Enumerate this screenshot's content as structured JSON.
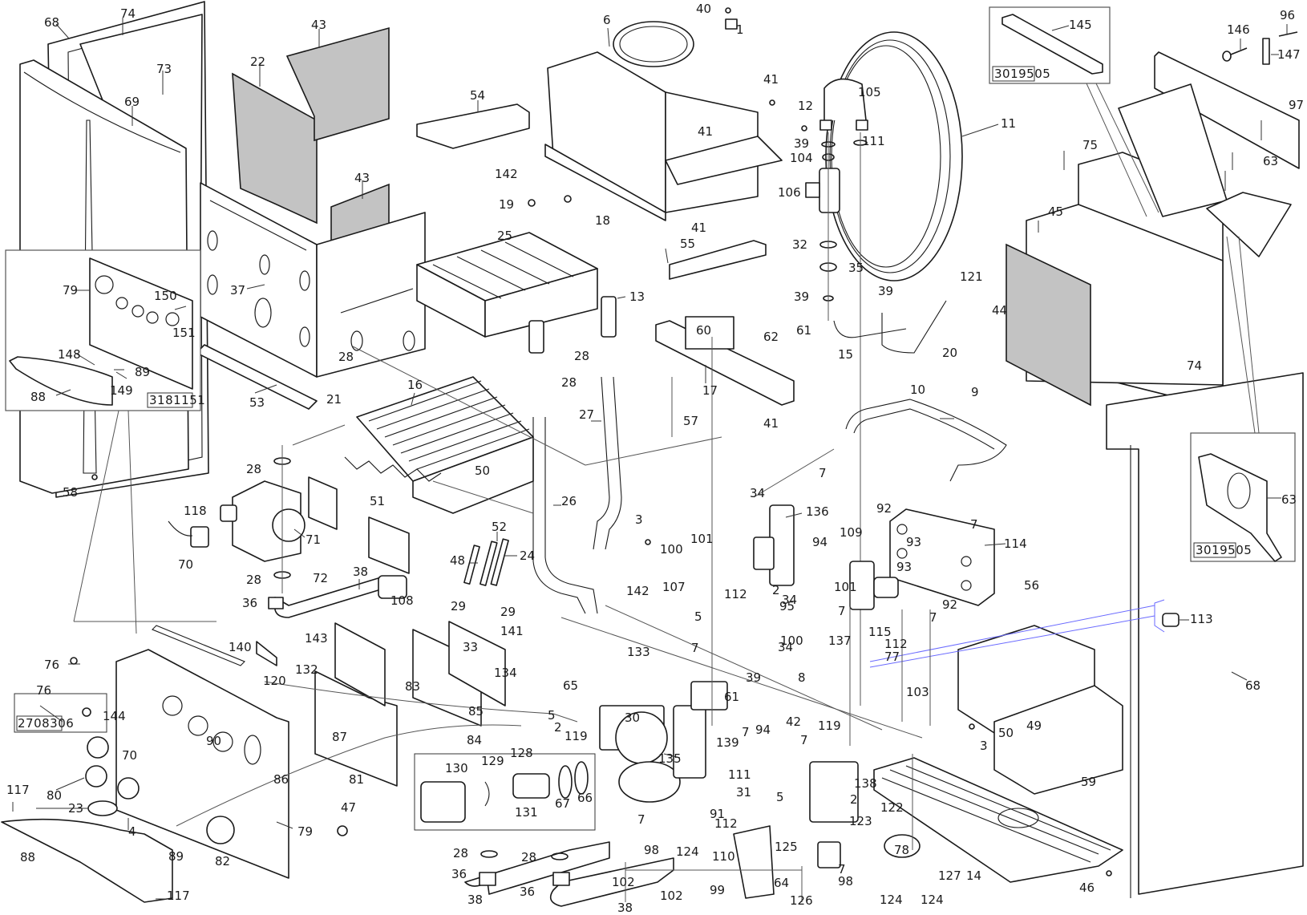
{
  "diagram": {
    "title": "Boiler exploded parts diagram",
    "accent_color": "#6a6aff",
    "insulation_color": "#c3c3c3",
    "inset_reference_codes": {
      "control_panel_inset": "3181151",
      "bracket_inset_top": "3019505",
      "bracket_inset_right": "3019505",
      "knob_kit_inset": "2708306"
    },
    "callouts": [
      {
        "id": "c68a",
        "label": "68"
      },
      {
        "id": "c74a",
        "label": "74"
      },
      {
        "id": "c73",
        "label": "73"
      },
      {
        "id": "c69",
        "label": "69"
      },
      {
        "id": "c22",
        "label": "22"
      },
      {
        "id": "c43a",
        "label": "43"
      },
      {
        "id": "c43b",
        "label": "43"
      },
      {
        "id": "c54",
        "label": "54"
      },
      {
        "id": "c6",
        "label": "6"
      },
      {
        "id": "c40",
        "label": "40"
      },
      {
        "id": "c1",
        "label": "1"
      },
      {
        "id": "c41a",
        "label": "41"
      },
      {
        "id": "c41b",
        "label": "41"
      },
      {
        "id": "c12",
        "label": "12"
      },
      {
        "id": "c105",
        "label": "105"
      },
      {
        "id": "c11",
        "label": "11"
      },
      {
        "id": "c39a",
        "label": "39"
      },
      {
        "id": "c111a",
        "label": "111"
      },
      {
        "id": "c104",
        "label": "104"
      },
      {
        "id": "c106",
        "label": "106"
      },
      {
        "id": "c145",
        "label": "145"
      },
      {
        "id": "c146",
        "label": "146"
      },
      {
        "id": "c96",
        "label": "96"
      },
      {
        "id": "c147",
        "label": "147"
      },
      {
        "id": "c97",
        "label": "97"
      },
      {
        "id": "c75",
        "label": "75"
      },
      {
        "id": "c63a",
        "label": "63"
      },
      {
        "id": "c45",
        "label": "45"
      },
      {
        "id": "c44",
        "label": "44"
      },
      {
        "id": "c74b",
        "label": "74"
      },
      {
        "id": "c63b",
        "label": "63"
      },
      {
        "id": "c142a",
        "label": "142"
      },
      {
        "id": "c19",
        "label": "19"
      },
      {
        "id": "c18",
        "label": "18"
      },
      {
        "id": "c25",
        "label": "25"
      },
      {
        "id": "c41c",
        "label": "41"
      },
      {
        "id": "c55",
        "label": "55"
      },
      {
        "id": "c32",
        "label": "32"
      },
      {
        "id": "c35",
        "label": "35"
      },
      {
        "id": "c39b",
        "label": "39"
      },
      {
        "id": "c39c",
        "label": "39"
      },
      {
        "id": "c121",
        "label": "121"
      },
      {
        "id": "c61a",
        "label": "61"
      },
      {
        "id": "c15",
        "label": "15"
      },
      {
        "id": "c20",
        "label": "20"
      },
      {
        "id": "c13",
        "label": "13"
      },
      {
        "id": "c60",
        "label": "60"
      },
      {
        "id": "c62",
        "label": "62"
      },
      {
        "id": "c17",
        "label": "17"
      },
      {
        "id": "c41d",
        "label": "41"
      },
      {
        "id": "c10",
        "label": "10"
      },
      {
        "id": "c9",
        "label": "9"
      },
      {
        "id": "c79a",
        "label": "79"
      },
      {
        "id": "c150",
        "label": "150"
      },
      {
        "id": "c151",
        "label": "151"
      },
      {
        "id": "c148",
        "label": "148"
      },
      {
        "id": "c89a",
        "label": "89"
      },
      {
        "id": "c149",
        "label": "149"
      },
      {
        "id": "c88a",
        "label": "88"
      },
      {
        "id": "c37",
        "label": "37"
      },
      {
        "id": "c28a",
        "label": "28"
      },
      {
        "id": "c28b",
        "label": "28"
      },
      {
        "id": "c28c",
        "label": "28"
      },
      {
        "id": "c16",
        "label": "16"
      },
      {
        "id": "c27",
        "label": "27"
      },
      {
        "id": "c53",
        "label": "53"
      },
      {
        "id": "c21",
        "label": "21"
      },
      {
        "id": "c57",
        "label": "57"
      },
      {
        "id": "c58",
        "label": "58"
      },
      {
        "id": "c28d",
        "label": "28"
      },
      {
        "id": "c50a",
        "label": "50"
      },
      {
        "id": "c26",
        "label": "26"
      },
      {
        "id": "c51",
        "label": "51"
      },
      {
        "id": "c118",
        "label": "118"
      },
      {
        "id": "c71",
        "label": "71"
      },
      {
        "id": "c70a",
        "label": "70"
      },
      {
        "id": "c28e",
        "label": "28"
      },
      {
        "id": "c72",
        "label": "72"
      },
      {
        "id": "c38a",
        "label": "38"
      },
      {
        "id": "c36a",
        "label": "36"
      },
      {
        "id": "c52",
        "label": "52"
      },
      {
        "id": "c24",
        "label": "24"
      },
      {
        "id": "c48",
        "label": "48"
      },
      {
        "id": "c29a",
        "label": "29"
      },
      {
        "id": "c29b",
        "label": "29"
      },
      {
        "id": "c108",
        "label": "108"
      },
      {
        "id": "c7a",
        "label": "7"
      },
      {
        "id": "c34a",
        "label": "34"
      },
      {
        "id": "c136",
        "label": "136"
      },
      {
        "id": "c92a",
        "label": "92"
      },
      {
        "id": "c7b",
        "label": "7"
      },
      {
        "id": "c114",
        "label": "114"
      },
      {
        "id": "c3a",
        "label": "3"
      },
      {
        "id": "c100a",
        "label": "100"
      },
      {
        "id": "c101a",
        "label": "101"
      },
      {
        "id": "c109",
        "label": "109"
      },
      {
        "id": "c94a",
        "label": "94"
      },
      {
        "id": "c93a",
        "label": "93"
      },
      {
        "id": "c93b",
        "label": "93"
      },
      {
        "id": "c112a",
        "label": "112"
      },
      {
        "id": "c2a",
        "label": "2"
      },
      {
        "id": "c34b",
        "label": "34"
      },
      {
        "id": "c101b",
        "label": "101"
      },
      {
        "id": "c7c",
        "label": "7"
      },
      {
        "id": "c92b",
        "label": "92"
      },
      {
        "id": "c142b",
        "label": "142"
      },
      {
        "id": "c107",
        "label": "107"
      },
      {
        "id": "c5a",
        "label": "5"
      },
      {
        "id": "c95",
        "label": "95"
      },
      {
        "id": "c100b",
        "label": "100"
      },
      {
        "id": "c34c",
        "label": "34"
      },
      {
        "id": "c137",
        "label": "137"
      },
      {
        "id": "c115",
        "label": "115"
      },
      {
        "id": "c7d",
        "label": "7"
      },
      {
        "id": "c112b",
        "label": "112"
      },
      {
        "id": "c77",
        "label": "77"
      },
      {
        "id": "c56",
        "label": "56"
      },
      {
        "id": "c113",
        "label": "113"
      },
      {
        "id": "c68b",
        "label": "68"
      },
      {
        "id": "c103",
        "label": "103"
      },
      {
        "id": "c143",
        "label": "143"
      },
      {
        "id": "c33",
        "label": "33"
      },
      {
        "id": "c141",
        "label": "141"
      },
      {
        "id": "c134",
        "label": "134"
      },
      {
        "id": "c65",
        "label": "65"
      },
      {
        "id": "c133",
        "label": "133"
      },
      {
        "id": "c7e",
        "label": "7"
      },
      {
        "id": "c39d",
        "label": "39"
      },
      {
        "id": "c8",
        "label": "8"
      },
      {
        "id": "c61b",
        "label": "61"
      },
      {
        "id": "c140",
        "label": "140"
      },
      {
        "id": "c120",
        "label": "120"
      },
      {
        "id": "c132",
        "label": "132"
      },
      {
        "id": "c83",
        "label": "83"
      },
      {
        "id": "c85",
        "label": "85"
      },
      {
        "id": "c84",
        "label": "84"
      },
      {
        "id": "c76a",
        "label": "76"
      },
      {
        "id": "c76b",
        "label": "76"
      },
      {
        "id": "c144",
        "label": "144"
      },
      {
        "id": "c70b",
        "label": "70"
      },
      {
        "id": "c90",
        "label": "90"
      },
      {
        "id": "c87",
        "label": "87"
      },
      {
        "id": "c86",
        "label": "86"
      },
      {
        "id": "c81",
        "label": "81"
      },
      {
        "id": "c80",
        "label": "80"
      },
      {
        "id": "c117a",
        "label": "117"
      },
      {
        "id": "c23",
        "label": "23"
      },
      {
        "id": "c4",
        "label": "4"
      },
      {
        "id": "c88b",
        "label": "88"
      },
      {
        "id": "c89b",
        "label": "89"
      },
      {
        "id": "c82",
        "label": "82"
      },
      {
        "id": "c79b",
        "label": "79"
      },
      {
        "id": "c117b",
        "label": "117"
      },
      {
        "id": "c47",
        "label": "47"
      },
      {
        "id": "c5b",
        "label": "5"
      },
      {
        "id": "c2b",
        "label": "2"
      },
      {
        "id": "c119a",
        "label": "119"
      },
      {
        "id": "c130",
        "label": "130"
      },
      {
        "id": "c129",
        "label": "129"
      },
      {
        "id": "c128",
        "label": "128"
      },
      {
        "id": "c131",
        "label": "131"
      },
      {
        "id": "c67",
        "label": "67"
      },
      {
        "id": "c66",
        "label": "66"
      },
      {
        "id": "c30",
        "label": "30"
      },
      {
        "id": "c135",
        "label": "135"
      },
      {
        "id": "c139",
        "label": "139"
      },
      {
        "id": "c7f",
        "label": "7"
      },
      {
        "id": "c94b",
        "label": "94"
      },
      {
        "id": "c42",
        "label": "42"
      },
      {
        "id": "c119b",
        "label": "119"
      },
      {
        "id": "c7g",
        "label": "7"
      },
      {
        "id": "c111b",
        "label": "111"
      },
      {
        "id": "c31",
        "label": "31"
      },
      {
        "id": "c5c",
        "label": "5"
      },
      {
        "id": "c138",
        "label": "138"
      },
      {
        "id": "c2c",
        "label": "2"
      },
      {
        "id": "c122",
        "label": "122"
      },
      {
        "id": "c123",
        "label": "123"
      },
      {
        "id": "c7h",
        "label": "7"
      },
      {
        "id": "c91",
        "label": "91"
      },
      {
        "id": "c112c",
        "label": "112"
      },
      {
        "id": "c125",
        "label": "125"
      },
      {
        "id": "c98a",
        "label": "98"
      },
      {
        "id": "c124a",
        "label": "124"
      },
      {
        "id": "c110",
        "label": "110"
      },
      {
        "id": "c7i",
        "label": "7"
      },
      {
        "id": "c98b",
        "label": "98"
      },
      {
        "id": "c64",
        "label": "64"
      },
      {
        "id": "c126",
        "label": "126"
      },
      {
        "id": "c99",
        "label": "99"
      },
      {
        "id": "c102a",
        "label": "102"
      },
      {
        "id": "c102b",
        "label": "102"
      },
      {
        "id": "c28f",
        "label": "28"
      },
      {
        "id": "c28g",
        "label": "28"
      },
      {
        "id": "c36b",
        "label": "36"
      },
      {
        "id": "c36c",
        "label": "36"
      },
      {
        "id": "c38b",
        "label": "38"
      },
      {
        "id": "c38c",
        "label": "38"
      },
      {
        "id": "c78",
        "label": "78"
      },
      {
        "id": "c127",
        "label": "127"
      },
      {
        "id": "c124b",
        "label": "124"
      },
      {
        "id": "c124c",
        "label": "124"
      },
      {
        "id": "c14",
        "label": "14"
      },
      {
        "id": "c46",
        "label": "46"
      },
      {
        "id": "c59",
        "label": "59"
      },
      {
        "id": "c3b",
        "label": "3"
      },
      {
        "id": "c50b",
        "label": "50"
      },
      {
        "id": "c49",
        "label": "49"
      }
    ]
  }
}
